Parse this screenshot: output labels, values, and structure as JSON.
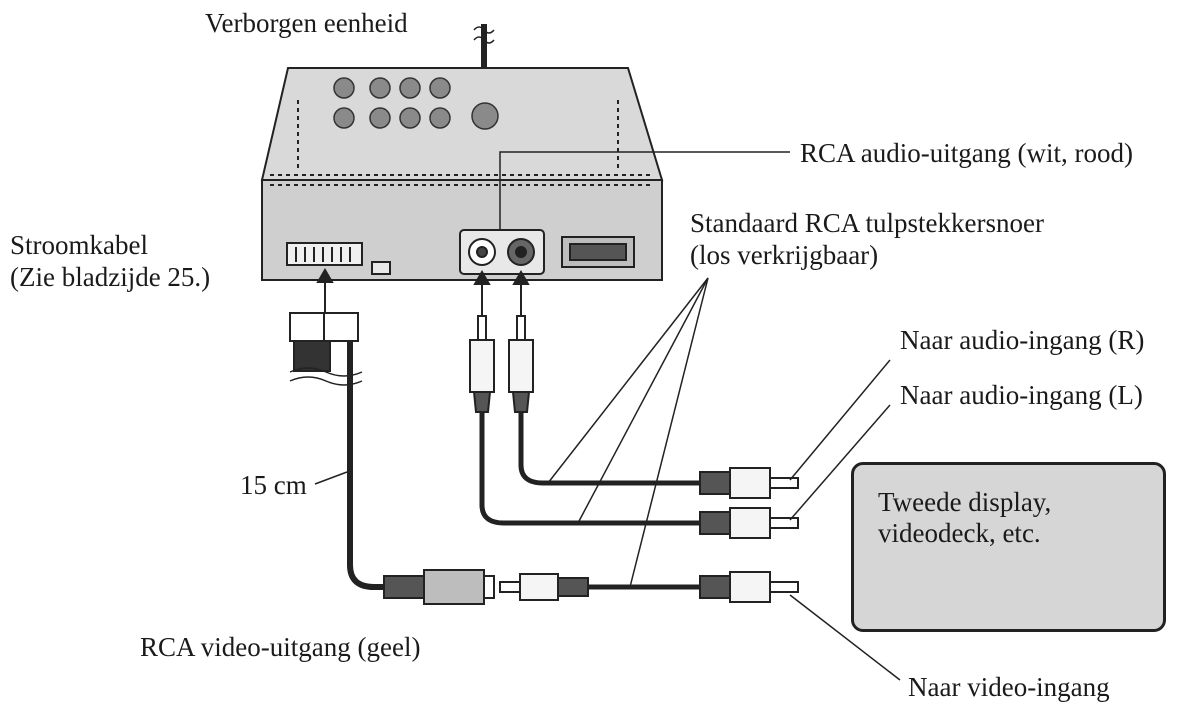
{
  "labels": {
    "hidden_unit": "Verborgen eenheid",
    "rca_audio_out": "RCA audio-uitgang (wit, rood)",
    "rca_cable_line1": "Standaard RCA tulpstekkersnoer",
    "rca_cable_line2": "(los verkrijgbaar)",
    "power_cable_line1": "Stroomkabel",
    "power_cable_line2": "(Zie bladzijde 25.)",
    "to_audio_in_r": "Naar audio-ingang (R)",
    "to_audio_in_l": "Naar audio-ingang (L)",
    "length": "15 cm",
    "rca_video_out": "RCA video-uitgang (geel)",
    "to_video_in": "Naar video-ingang",
    "display_line1": "Tweede display,",
    "display_line2": "videodeck, etc."
  }
}
